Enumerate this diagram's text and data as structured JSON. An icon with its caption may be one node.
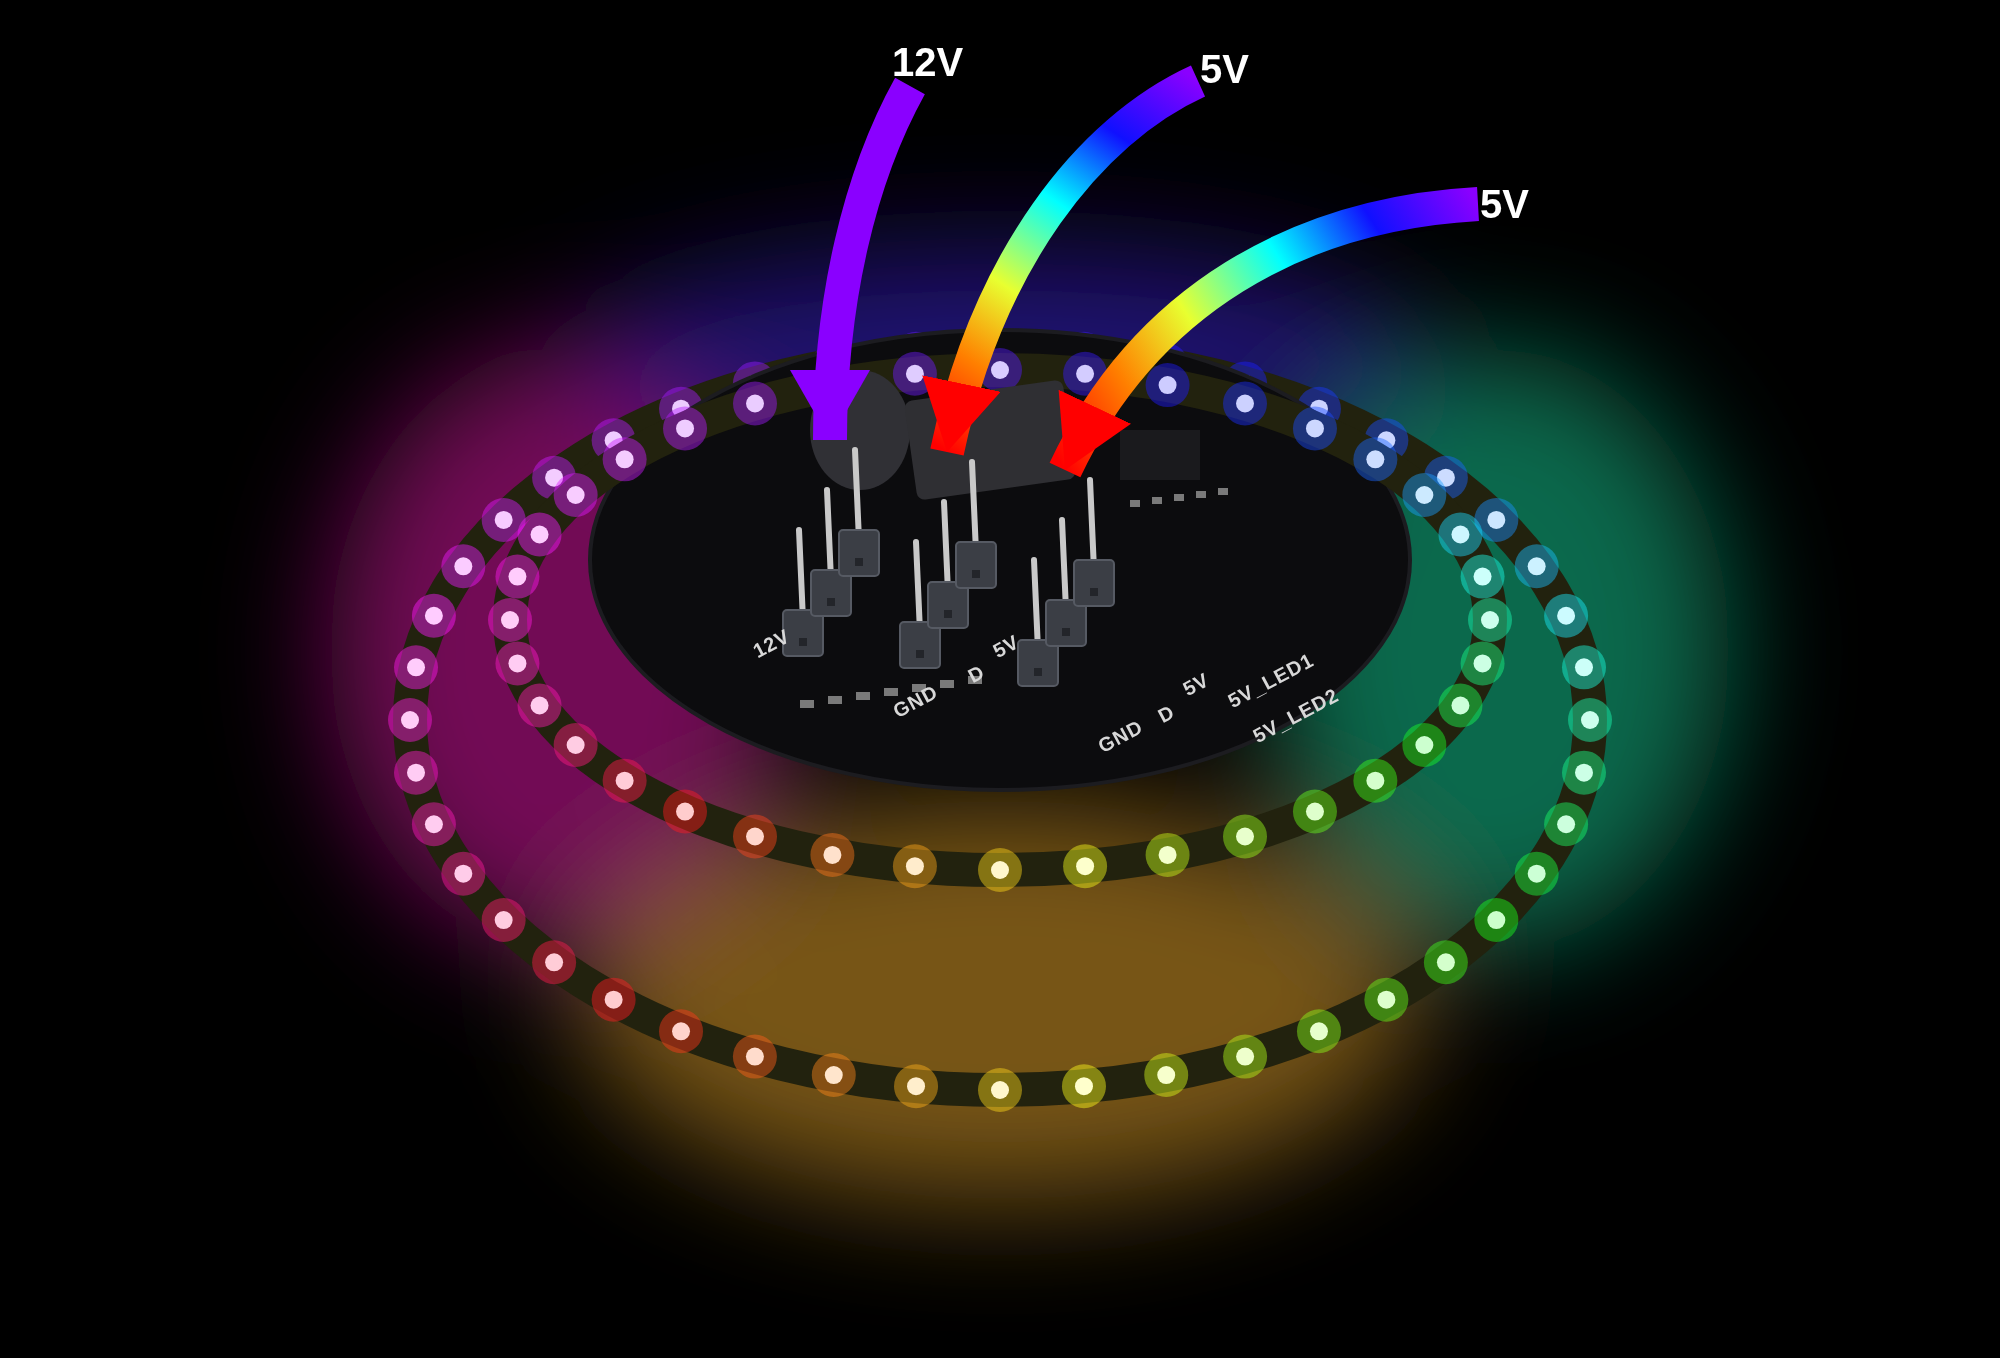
{
  "diagram": {
    "nodes": [
      {
        "text": [
          "12V"
        ]
      },
      {
        "text": [
          "5V"
        ]
      },
      {
        "text": [
          "5V"
        ]
      },
      {
        "text": [],
        "shape": "picture"
      },
      {
        "text": [],
        "shape": "picture"
      },
      {
        "text": [],
        "shape": "picture"
      }
    ],
    "edges": [
      {
        "from": 0,
        "to": 3,
        "arrow": "to",
        "style": "thick",
        "color": "#8a00ff"
      },
      {
        "from": 1,
        "to": 4,
        "arrow": "to",
        "style": "thick"
      },
      {
        "from": 2,
        "to": 5,
        "arrow": "to",
        "style": "thick"
      }
    ],
    "labels": [
      "12V",
      "GND",
      "D",
      "5V",
      "GND",
      "D",
      "5V",
      "5V_LED1",
      "5V_LED2"
    ]
  }
}
